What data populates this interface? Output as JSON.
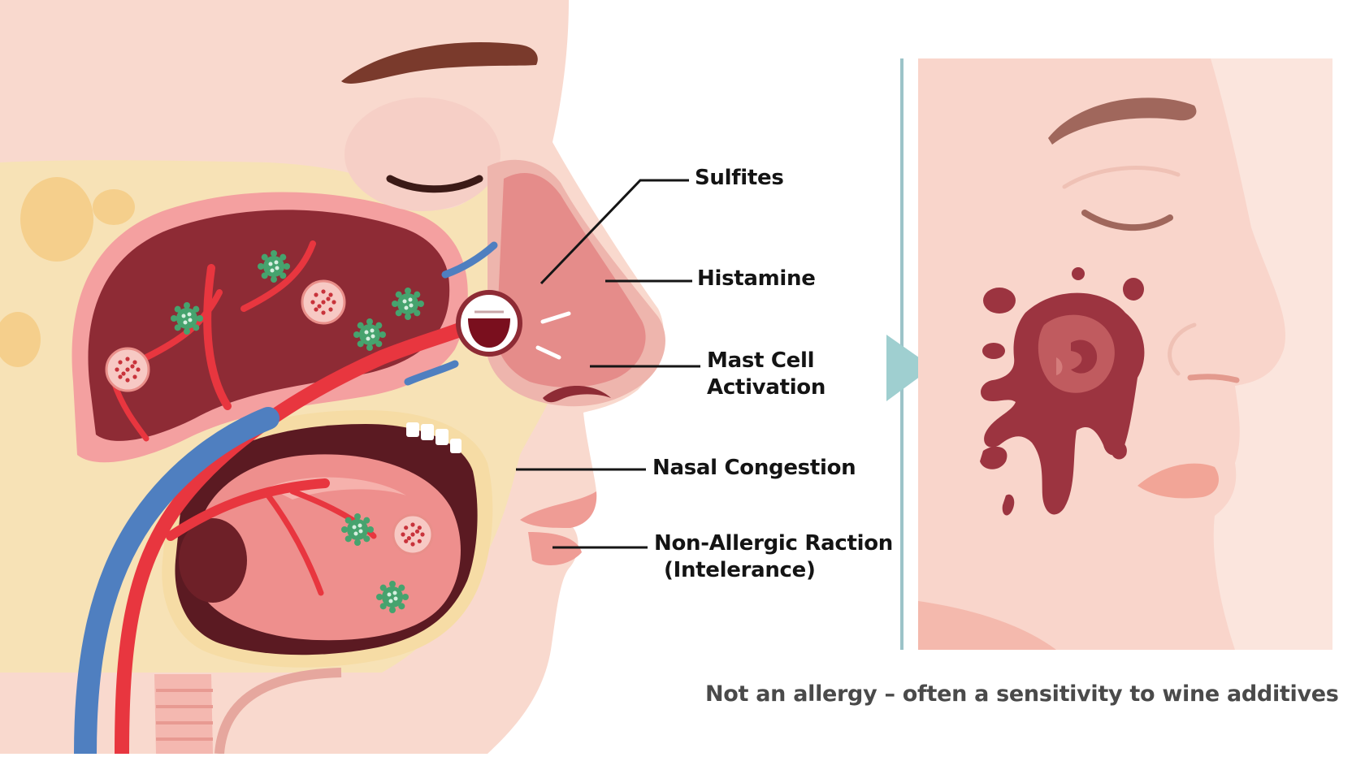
{
  "labels": {
    "sulfites": "Sulfites",
    "histamine": "Histamine",
    "mast_cell_line1": "Mast Cell",
    "mast_cell_line2": "Activation",
    "nasal_congestion": "Nasal Congestion",
    "non_allergic_line1": "Non-Allergic Raction",
    "non_allergic_line2": "(Intelerance)"
  },
  "caption": "Not an allergy – often a sensitivity to wine additives",
  "icons": {
    "particles": "virus-particle-icon",
    "cells": "mast-cell-icon",
    "wine": "wine-glass-icon",
    "arrow": "arrow-right-icon"
  },
  "colors": {
    "skin": "#f9d9ce",
    "cavity": "#8e2b35",
    "nose": "#e58c8a",
    "artery": "#e8363f",
    "vein": "#4f7fc0",
    "bone": "#f6dca5",
    "particle": "#46a36e",
    "rash": "#9c3440",
    "arrow": "#9fcfd0",
    "caption": "#4a4a4a"
  }
}
